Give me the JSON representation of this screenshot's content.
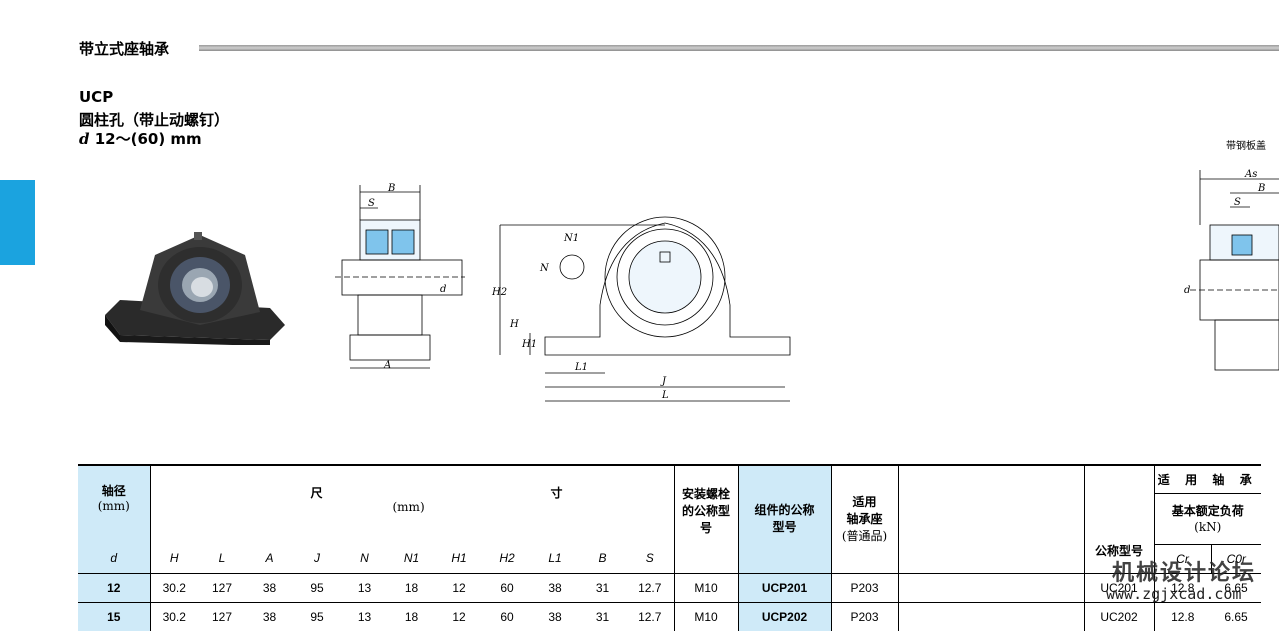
{
  "header": {
    "title": "带立式座轴承"
  },
  "product": {
    "code": "UCP",
    "desc": "圆柱孔（带止动螺钉）",
    "range_sym": "d",
    "range_txt": "12～(60) mm",
    "cover_note": "带钢板盖"
  },
  "drawing_labels": {
    "B": "B",
    "S": "S",
    "d": "d",
    "A": "A",
    "N1": "N1",
    "N": "N",
    "H2": "H2",
    "H": "H",
    "H1": "H1",
    "L1": "L1",
    "J": "J",
    "L": "L",
    "As": "As",
    "B2": "B",
    "S2": "S",
    "d2": "d"
  },
  "table": {
    "shaft_dia": "轴径",
    "mm": "(mm)",
    "d": "d",
    "dim_chi1": "尺",
    "dim_chi2": "寸",
    "dim_mm": "(mm)",
    "dim_cols": [
      "H",
      "L",
      "A",
      "J",
      "N",
      "N1",
      "H1",
      "H2",
      "L1",
      "B",
      "S"
    ],
    "bolt_hdr": "安装螺栓的公称型号",
    "unit_hdr": "组件的公称型号",
    "housing_hdr1": "适用",
    "housing_hdr2": "轴承座",
    "housing_hdr3": "(普通品)",
    "bearing_hdr": "适 用 轴 承",
    "bearing_model": "公称型号",
    "load_hdr": "基本额定负荷",
    "load_unit": "(kN)",
    "cr": "Cr",
    "cor": "C0r",
    "rows": [
      {
        "d": "12",
        "vals": [
          "30.2",
          "127",
          "38",
          "95",
          "13",
          "18",
          "12",
          "60",
          "38",
          "31",
          "12.7"
        ],
        "bolt": "M10",
        "unit": "UCP201",
        "housing": "P203",
        "bearing": "UC201",
        "cr": "12.8",
        "cor": "6.65"
      },
      {
        "d": "15",
        "vals": [
          "30.2",
          "127",
          "38",
          "95",
          "13",
          "18",
          "12",
          "60",
          "38",
          "31",
          "12.7"
        ],
        "bolt": "M10",
        "unit": "UCP202",
        "housing": "P203",
        "bearing": "UC202",
        "cr": "12.8",
        "cor": "6.65"
      }
    ]
  },
  "watermark": {
    "line1": "机械设计论坛",
    "line2": "www.zgjxcad.com"
  }
}
